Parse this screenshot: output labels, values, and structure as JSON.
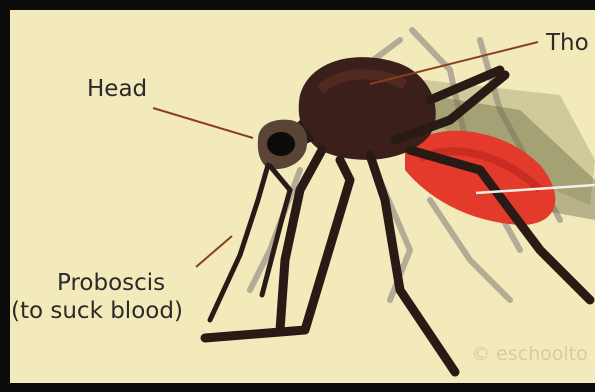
{
  "labels": {
    "head": "Head",
    "thorax": "Tho",
    "proboscis": "Proboscis",
    "proboscis_note": "(to suck blood)"
  },
  "copyright": "© eschoolto",
  "colors": {
    "background": "#f2eaba",
    "frame": "#0b0b0b",
    "body_dark": "#2a1a16",
    "abdomen_red": "#e33a2b",
    "leader_line": "#8a3d1f",
    "shadow_leg": "#9f9689"
  }
}
